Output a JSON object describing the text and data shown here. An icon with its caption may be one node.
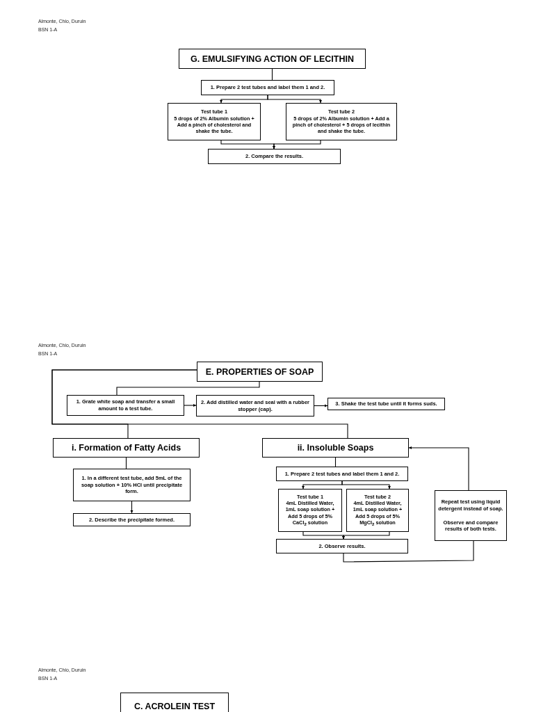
{
  "diagram": {
    "nodes": [
      {
        "text": [
          "G. EMULSIFYING ACTION OF LECITHIN"
        ]
      },
      {
        "text": [
          "1. Prepare 2 test tubes and label them 1 and 2."
        ]
      },
      {
        "text": [
          "Test tube 1",
          "5 drops of 2% Albumin solution + Add a pinch of cholesterol and shake the tube."
        ]
      },
      {
        "text": [
          "Test tube 2",
          "5 drops of 2% Albumin solution + Add a pinch of cholesterol + 5 drops of lecithin and shake the tube."
        ]
      },
      {
        "text": [
          "2. Compare the results."
        ]
      },
      {
        "text": [
          "E. PROPERTIES OF SOAP"
        ]
      },
      {
        "text": [
          "1. Grate white soap and transfer a small amount to a test tube."
        ]
      },
      {
        "text": [
          "2. Add distilled water and seal with a rubber stopper (cap)."
        ]
      },
      {
        "text": [
          "3. Shake the test tube until it forms suds."
        ]
      },
      {
        "text": [
          "i. Formation of Fatty Acids"
        ]
      },
      {
        "text": [
          "1. In a different test tube, add 5mL of the soap solution + 10% HCl until precipitate form."
        ]
      },
      {
        "text": [
          "2. Describe the precipitate formed."
        ]
      },
      {
        "text": [
          "ii. Insoluble Soaps"
        ]
      },
      {
        "text": [
          "1. Prepare 2 test tubes and label them 1 and 2."
        ]
      },
      {
        "text": [
          "Test tube 1",
          "4mL Distilled Water, 1mL soap solution + Add 5 drops of 5% CaCl$_{2}$ solution"
        ]
      },
      {
        "text": [
          "Test tube 2",
          "4mL Distilled Water, 1mL soap solution + Add 5 drops of 5% MgCl$_{2}$ solution"
        ]
      },
      {
        "text": [
          "2. Observe results."
        ]
      },
      {
        "text": [
          "Repeat test using liquid detergent instead of soap.",
          "Observe and compare results of both tests."
        ]
      },
      {
        "text": [
          "C. ACROLEIN TEST"
        ]
      }
    ],
    "edges": [
      {
        "from": 0,
        "to": 1,
        "arrow": "none"
      },
      {
        "from": 1,
        "to": 2,
        "arrow": "to"
      },
      {
        "from": 1,
        "to": 3,
        "arrow": "to"
      },
      {
        "from": 2,
        "to": 4,
        "arrow": "to"
      },
      {
        "from": 3,
        "to": 4,
        "arrow": "to"
      },
      {
        "from": 5,
        "to": 6,
        "arrow": "none"
      },
      {
        "from": 6,
        "to": 7,
        "arrow": "to"
      },
      {
        "from": 7,
        "to": 8,
        "arrow": "to"
      },
      {
        "from": 5,
        "to": 9,
        "arrow": "none"
      },
      {
        "from": 5,
        "to": 12,
        "arrow": "none"
      },
      {
        "from": 9,
        "to": 10,
        "arrow": "none"
      },
      {
        "from": 10,
        "to": 11,
        "arrow": "to"
      },
      {
        "from": 12,
        "to": 13,
        "arrow": "none"
      },
      {
        "from": 13,
        "to": 14,
        "arrow": "to"
      },
      {
        "from": 13,
        "to": 15,
        "arrow": "to"
      },
      {
        "from": 14,
        "to": 16,
        "arrow": "to"
      },
      {
        "from": 15,
        "to": 16,
        "arrow": "to"
      },
      {
        "from": 16,
        "to": 17,
        "arrow": "none"
      },
      {
        "from": 17,
        "to": 12,
        "arrow": "to"
      }
    ],
    "labels": [
      "Almonte, Chio, Duruin",
      "BSN 1-A",
      "Almonte, Chio, Duruin",
      "BSN 1-A",
      "Almonte, Chio, Duruin",
      "BSN 1-A"
    ]
  }
}
